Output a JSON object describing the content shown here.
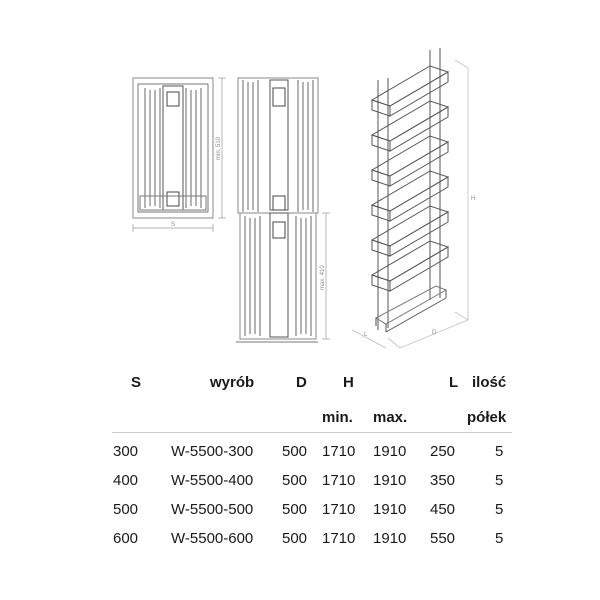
{
  "drawings": {
    "front_view": {
      "width_label": "S",
      "height_label": "min. 510"
    },
    "extended_view": {
      "height_label": "max. 410"
    },
    "perspective_view": {
      "height_label": "H",
      "depth_label": "D",
      "length_label": "L"
    }
  },
  "table": {
    "headers_row1": {
      "s": "S",
      "wyrob": "wyrób",
      "d": "D",
      "h": "H",
      "l": "L",
      "ilosc": "ilość"
    },
    "headers_row2": {
      "min": "min.",
      "max": "max.",
      "polek": "półek"
    },
    "rows": [
      {
        "s": "300",
        "wyrob": "W-5500-300",
        "d": "500",
        "min": "1710",
        "max": "1910",
        "l": "250",
        "polek": "5"
      },
      {
        "s": "400",
        "wyrob": "W-5500-400",
        "d": "500",
        "min": "1710",
        "max": "1910",
        "l": "350",
        "polek": "5"
      },
      {
        "s": "500",
        "wyrob": "W-5500-500",
        "d": "500",
        "min": "1710",
        "max": "1910",
        "l": "450",
        "polek": "5"
      },
      {
        "s": "600",
        "wyrob": "W-5500-600",
        "d": "500",
        "min": "1710",
        "max": "1910",
        "l": "550",
        "polek": "5"
      }
    ]
  }
}
